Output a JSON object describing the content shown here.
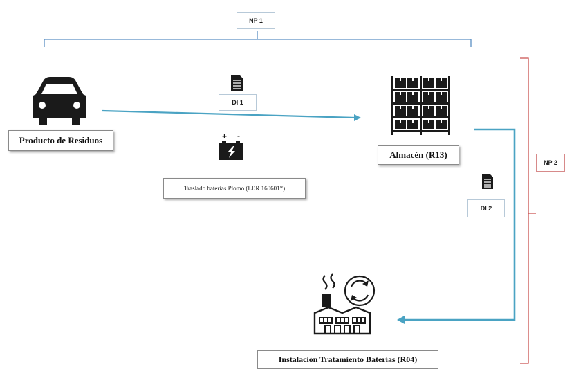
{
  "labels": {
    "np1": "NP 1",
    "np2": "NP 2",
    "di1": "DI 1",
    "di2": "DI 2",
    "producer": "Producto de Residuos",
    "warehouse": "Almacén (R13)",
    "transfer": "Traslado baterías Plomo (LER 160601*)",
    "facility": "Instalación Tratamiento Baterías (R04)",
    "battery_plus": "+",
    "battery_minus": "-"
  },
  "colors": {
    "flow_arrow": "#4aa3c3",
    "np1_bracket": "#5b8fc4",
    "np2_bracket": "#c9504f",
    "icon": "#1a1a1a"
  },
  "icons": {
    "producer": "car-icon",
    "document": "document-icon",
    "battery": "battery-icon",
    "warehouse": "warehouse-shelves-icon",
    "facility": "recycling-factory-icon"
  }
}
